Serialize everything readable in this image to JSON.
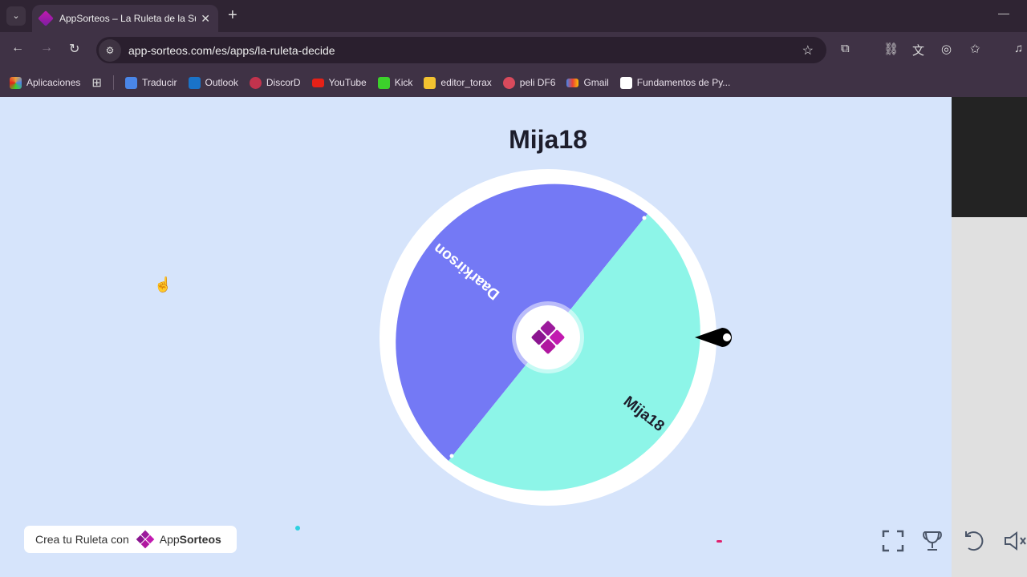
{
  "browser": {
    "tab_title": "AppSorteos – La Ruleta de la Suerte",
    "url": "app-sorteos.com/es/apps/la-ruleta-decide",
    "bookmarks": [
      {
        "label": "Aplicaciones",
        "color": "#e8a33d"
      },
      {
        "label": "Traducir",
        "color": "#4a86e8"
      },
      {
        "label": "Outlook",
        "color": "#1a73c8"
      },
      {
        "label": "DiscorD",
        "color": "#c2334d"
      },
      {
        "label": "YouTube",
        "color": "#e62117"
      },
      {
        "label": "Kick",
        "color": "#3cd12b"
      },
      {
        "label": "editor_torax",
        "color": "#f2c230"
      },
      {
        "label": "peli DF6",
        "color": "#d94a5c"
      },
      {
        "label": "Gmail",
        "color": "#ea4335"
      },
      {
        "label": "Fundamentos de Py...",
        "color": "#ffffff"
      }
    ]
  },
  "wheel": {
    "winner": "Mija18",
    "segments": [
      {
        "label": "Daarkirson",
        "color": "#7479f5"
      },
      {
        "label": "Mija18",
        "color": "#8df5e8"
      }
    ]
  },
  "footer": {
    "prefix": "Crea tu Ruleta con",
    "brand_a": "App",
    "brand_b": "Sorteos"
  },
  "colors": {
    "background": "#d6e4fb",
    "accent": "#b0179f"
  }
}
